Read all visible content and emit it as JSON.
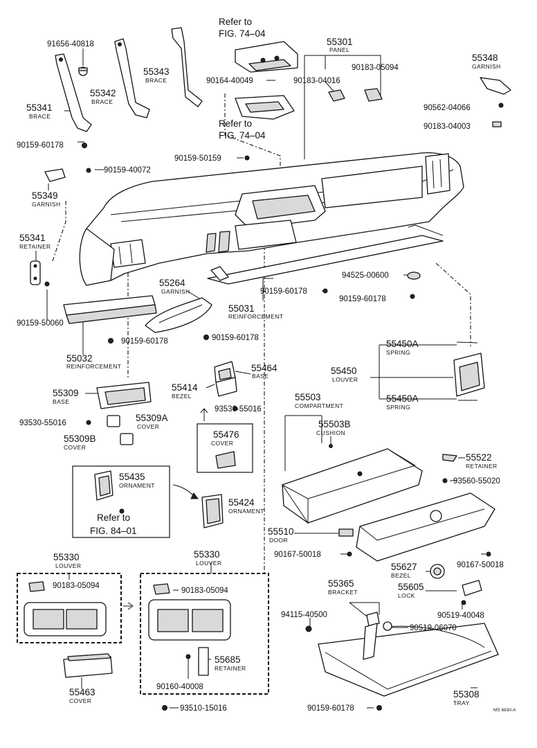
{
  "drawing_code": "MS 6830-A",
  "callouts": [
    {
      "id": "c_refer1a",
      "text": "Refer to",
      "cls": "big"
    },
    {
      "id": "c_refer1b",
      "text": "FIG. 74–04",
      "cls": "big"
    },
    {
      "id": "c_55301",
      "text": "55301",
      "cls": "big"
    },
    {
      "id": "c_55301s",
      "text": "PANEL",
      "cls": "sub"
    },
    {
      "id": "c_91656",
      "text": "91656-40818",
      "cls": "pn"
    },
    {
      "id": "c_55343",
      "text": "55343",
      "cls": "big"
    },
    {
      "id": "c_55343s",
      "text": "BRACE",
      "cls": "sub"
    },
    {
      "id": "c_55348",
      "text": "55348",
      "cls": "big"
    },
    {
      "id": "c_55348s",
      "text": "GARNISH",
      "cls": "sub"
    },
    {
      "id": "c_90183_05094a",
      "text": "90183-05094",
      "cls": "pn"
    },
    {
      "id": "c_90164",
      "text": "90164-40049",
      "cls": "pn"
    },
    {
      "id": "c_90183_04016",
      "text": "90183-04016",
      "cls": "pn"
    },
    {
      "id": "c_55342",
      "text": "55342",
      "cls": "big"
    },
    {
      "id": "c_55342s",
      "text": "BRACE",
      "cls": "sub"
    },
    {
      "id": "c_90562",
      "text": "90562-04066",
      "cls": "pn"
    },
    {
      "id": "c_55341a",
      "text": "55341",
      "cls": "big"
    },
    {
      "id": "c_55341as",
      "text": "BRACE",
      "cls": "sub"
    },
    {
      "id": "c_refer2a",
      "text": "Refer to",
      "cls": "big"
    },
    {
      "id": "c_refer2b",
      "text": "FIG. 74–04",
      "cls": "big"
    },
    {
      "id": "c_90183_04003",
      "text": "90183-04003",
      "cls": "pn"
    },
    {
      "id": "c_90159_60178a",
      "text": "90159-60178",
      "cls": "pn"
    },
    {
      "id": "c_90159_50159",
      "text": "90159-50159",
      "cls": "pn"
    },
    {
      "id": "c_90159_40072",
      "text": "90159-40072",
      "cls": "pn"
    },
    {
      "id": "c_55349",
      "text": "55349",
      "cls": "big"
    },
    {
      "id": "c_55349s",
      "text": "GARNISH",
      "cls": "sub"
    },
    {
      "id": "c_55341b",
      "text": "55341",
      "cls": "big"
    },
    {
      "id": "c_55341bs",
      "text": "RETAINER",
      "cls": "sub"
    },
    {
      "id": "c_94525",
      "text": "94525-00600",
      "cls": "pn"
    },
    {
      "id": "c_55264",
      "text": "55264",
      "cls": "big"
    },
    {
      "id": "c_55264s",
      "text": "GARNISH",
      "cls": "sub"
    },
    {
      "id": "c_90159_60178b",
      "text": "90159-60178",
      "cls": "pn"
    },
    {
      "id": "c_90159_60178c",
      "text": "90159-60178",
      "cls": "pn"
    },
    {
      "id": "c_55031",
      "text": "55031",
      "cls": "big"
    },
    {
      "id": "c_55031s",
      "text": "REINFORCEMENT",
      "cls": "sub"
    },
    {
      "id": "c_90159_50060",
      "text": "90159-50060",
      "cls": "pn"
    },
    {
      "id": "c_90159_60178d",
      "text": "90159-60178",
      "cls": "pn"
    },
    {
      "id": "c_90159_60178e",
      "text": "90159-60178",
      "cls": "pn"
    },
    {
      "id": "c_55450A1",
      "text": "55450A",
      "cls": "big"
    },
    {
      "id": "c_55450A1s",
      "text": "SPRING",
      "cls": "sub"
    },
    {
      "id": "c_55032",
      "text": "55032",
      "cls": "big"
    },
    {
      "id": "c_55032s",
      "text": "REINFORCEMENT",
      "cls": "sub"
    },
    {
      "id": "c_55464",
      "text": "55464",
      "cls": "big"
    },
    {
      "id": "c_55464s",
      "text": "BASE",
      "cls": "sub"
    },
    {
      "id": "c_55450",
      "text": "55450",
      "cls": "big"
    },
    {
      "id": "c_55450s",
      "text": "LOUVER",
      "cls": "sub"
    },
    {
      "id": "c_55414",
      "text": "55414",
      "cls": "big"
    },
    {
      "id": "c_55414s",
      "text": "BEZEL",
      "cls": "sub"
    },
    {
      "id": "c_55309",
      "text": "55309",
      "cls": "big"
    },
    {
      "id": "c_55309s",
      "text": "BASE",
      "cls": "sub"
    },
    {
      "id": "c_93530a",
      "text": "93530-55016",
      "cls": "pn"
    },
    {
      "id": "c_55450A2",
      "text": "55450A",
      "cls": "big"
    },
    {
      "id": "c_55450A2s",
      "text": "SPRING",
      "cls": "sub"
    },
    {
      "id": "c_55503",
      "text": "55503",
      "cls": "big"
    },
    {
      "id": "c_55503s",
      "text": "COMPARTMENT",
      "cls": "sub"
    },
    {
      "id": "c_93530b",
      "text": "93530-55016",
      "cls": "pn"
    },
    {
      "id": "c_55309A",
      "text": "55309A",
      "cls": "big"
    },
    {
      "id": "c_55309As",
      "text": "COVER",
      "cls": "sub"
    },
    {
      "id": "c_55503B",
      "text": "55503B",
      "cls": "big"
    },
    {
      "id": "c_55503Bs",
      "text": "CUSHION",
      "cls": "sub"
    },
    {
      "id": "c_55476",
      "text": "55476",
      "cls": "big"
    },
    {
      "id": "c_55476s",
      "text": "COVER",
      "cls": "sub"
    },
    {
      "id": "c_55309B",
      "text": "55309B",
      "cls": "big"
    },
    {
      "id": "c_55309Bs",
      "text": "COVER",
      "cls": "sub"
    },
    {
      "id": "c_55522",
      "text": "55522",
      "cls": "big"
    },
    {
      "id": "c_55522s",
      "text": "RETAINER",
      "cls": "sub"
    },
    {
      "id": "c_55435",
      "text": "55435",
      "cls": "big"
    },
    {
      "id": "c_55435s",
      "text": "ORNAMENT",
      "cls": "sub"
    },
    {
      "id": "c_93560",
      "text": "93560-55020",
      "cls": "pn"
    },
    {
      "id": "c_55424",
      "text": "55424",
      "cls": "big"
    },
    {
      "id": "c_55424s",
      "text": "ORNAMENT",
      "cls": "sub"
    },
    {
      "id": "c_refer3a",
      "text": "Refer to",
      "cls": "big"
    },
    {
      "id": "c_refer3b",
      "text": "FIG. 84–01",
      "cls": "big"
    },
    {
      "id": "c_55510",
      "text": "55510",
      "cls": "big"
    },
    {
      "id": "c_55510s",
      "text": "DOOR",
      "cls": "sub"
    },
    {
      "id": "c_90167a",
      "text": "90167-50018",
      "cls": "pn"
    },
    {
      "id": "c_55330a",
      "text": "55330",
      "cls": "big"
    },
    {
      "id": "c_55330as",
      "text": "LOUVER",
      "cls": "sub"
    },
    {
      "id": "c_55330b",
      "text": "55330",
      "cls": "big"
    },
    {
      "id": "c_55330bs",
      "text": "LOUVER",
      "cls": "sub"
    },
    {
      "id": "c_90167b",
      "text": "90167-50018",
      "cls": "pn"
    },
    {
      "id": "c_55627",
      "text": "55627",
      "cls": "big"
    },
    {
      "id": "c_55627s",
      "text": "BEZEL",
      "cls": "sub"
    },
    {
      "id": "c_90183_05094b",
      "text": "90183-05094",
      "cls": "pn"
    },
    {
      "id": "c_90183_05094c",
      "text": "90183-05094",
      "cls": "pn"
    },
    {
      "id": "c_55605",
      "text": "55605",
      "cls": "big"
    },
    {
      "id": "c_55605s",
      "text": "LOCK",
      "cls": "sub"
    },
    {
      "id": "c_55365",
      "text": "55365",
      "cls": "big"
    },
    {
      "id": "c_55365s",
      "text": "BRACKET",
      "cls": "sub"
    },
    {
      "id": "c_90519_40048",
      "text": "90519-40048",
      "cls": "pn"
    },
    {
      "id": "c_94115",
      "text": "94115-40500",
      "cls": "pn"
    },
    {
      "id": "c_90519_06070",
      "text": "90519-06070",
      "cls": "pn"
    },
    {
      "id": "c_55685",
      "text": "55685",
      "cls": "big"
    },
    {
      "id": "c_55685s",
      "text": "RETAINER",
      "cls": "sub"
    },
    {
      "id": "c_55463",
      "text": "55463",
      "cls": "big"
    },
    {
      "id": "c_55463s",
      "text": "COVER",
      "cls": "sub"
    },
    {
      "id": "c_90160",
      "text": "90160-40008",
      "cls": "pn"
    },
    {
      "id": "c_55308",
      "text": "55308",
      "cls": "big"
    },
    {
      "id": "c_55308s",
      "text": "TRAY",
      "cls": "sub"
    },
    {
      "id": "c_93510",
      "text": "93510-15016",
      "cls": "pn"
    },
    {
      "id": "c_90159_60178f",
      "text": "90159-60178",
      "cls": "pn"
    }
  ]
}
